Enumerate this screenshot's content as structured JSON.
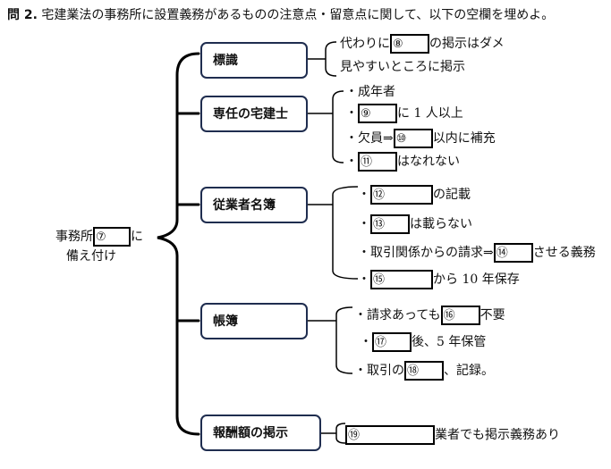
{
  "question": {
    "number": "問 2.",
    "text": "宅建業法の事務所に設置義務があるものの注意点・留意点に関して、以下の空欄を埋めよ。"
  },
  "root": {
    "line1_prefix": "事務所",
    "blank": "⑦",
    "line1_suffix": "に",
    "line2": "備え付け"
  },
  "categories": [
    {
      "label": "標識",
      "items": [
        {
          "prefix": "代わりに",
          "blank": "⑧",
          "suffix": "の掲示はダメ"
        },
        {
          "text": "見やすいところに掲示"
        }
      ]
    },
    {
      "label": "専任の宅建士",
      "items": [
        {
          "text": "・成年者"
        },
        {
          "prefix": "・",
          "blank": "⑨",
          "suffix": "に 1 人以上"
        },
        {
          "prefix": "・欠員⇒",
          "blank": "⑩",
          "suffix": "以内に補充"
        },
        {
          "prefix": "・",
          "blank": "⑪",
          "suffix": "はなれない"
        }
      ]
    },
    {
      "label": "従業者名簿",
      "items": [
        {
          "prefix": "・",
          "blank": "⑫",
          "suffix": "の記載"
        },
        {
          "prefix": "・",
          "blank": "⑬",
          "suffix": "は載らない"
        },
        {
          "prefix": "・取引関係からの請求⇒",
          "blank": "⑭",
          "suffix": "させる義務"
        },
        {
          "prefix": "・",
          "blank": "⑮",
          "suffix": "から 10 年保存"
        }
      ]
    },
    {
      "label": "帳簿",
      "items": [
        {
          "prefix": "・請求あっても",
          "blank": "⑯",
          "suffix": "不要"
        },
        {
          "prefix": "・",
          "blank": "⑰",
          "suffix": "後、5 年保管"
        },
        {
          "prefix": "・取引の",
          "blank": "⑱",
          "suffix": "、記録。"
        }
      ]
    },
    {
      "label": "報酬額の掲示",
      "items": [
        {
          "blank": "⑲",
          "suffix": "業者でも掲示義務あり"
        }
      ]
    }
  ]
}
